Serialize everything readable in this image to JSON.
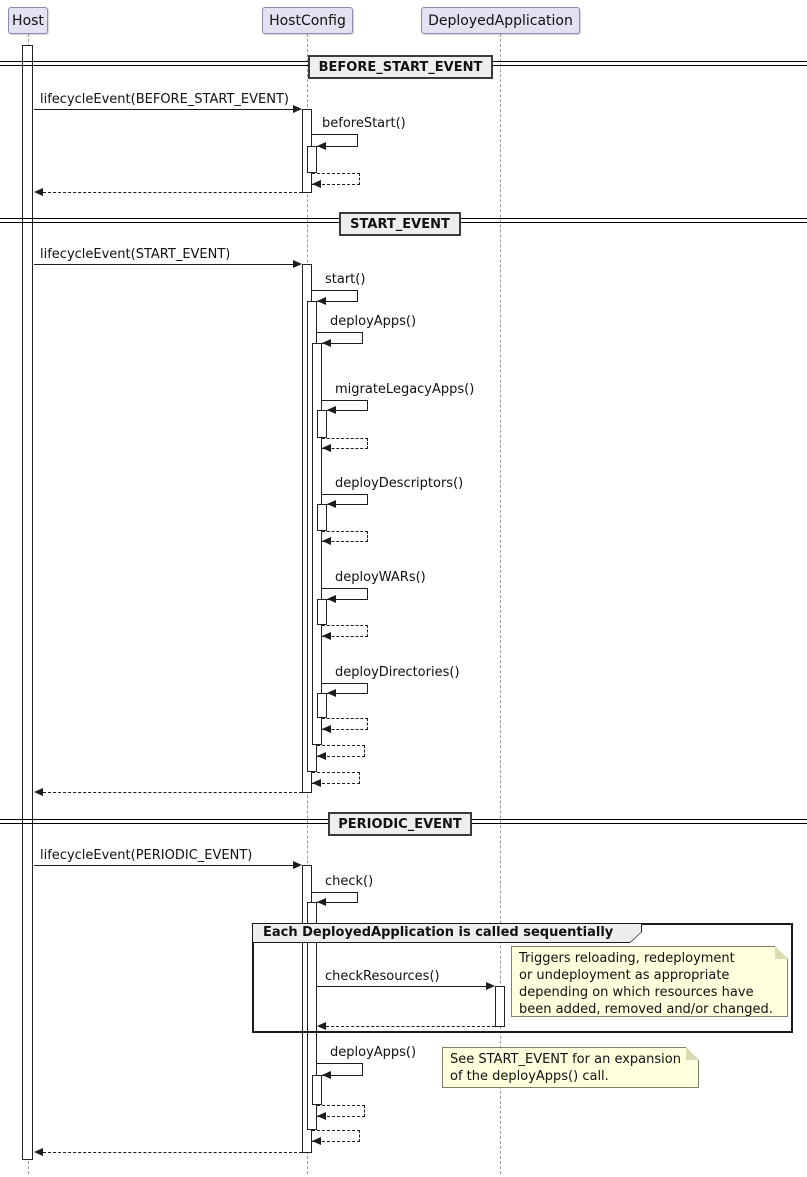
{
  "participants": [
    {
      "label": "Host"
    },
    {
      "label": "HostConfig"
    },
    {
      "label": "DeployedApplication"
    }
  ],
  "dividers": [
    {
      "label": "BEFORE_START_EVENT"
    },
    {
      "label": "START_EVENT"
    },
    {
      "label": "PERIODIC_EVENT"
    }
  ],
  "messages": {
    "lifecycle_before": "lifecycleEvent(BEFORE_START_EVENT)",
    "before_start": "beforeStart()",
    "lifecycle_start": "lifecycleEvent(START_EVENT)",
    "start": "start()",
    "deploy_apps": "deployApps()",
    "migrate_legacy_apps": "migrateLegacyApps()",
    "deploy_descriptors": "deployDescriptors()",
    "deploy_wars": "deployWARs()",
    "deploy_directories": "deployDirectories()",
    "lifecycle_periodic": "lifecycleEvent(PERIODIC_EVENT)",
    "check": "check()",
    "check_resources": "checkResources()",
    "deploy_apps_periodic": "deployApps()"
  },
  "group": {
    "label": "Each DeployedApplication is called sequentially"
  },
  "notes": {
    "check_resources_note": "Triggers reloading, redeployment\nor undeployment as appropriate\ndepending on which resources have\nbeen added, removed and/or changed.",
    "deploy_apps_note": "See START_EVENT for an expansion\nof the deployApps() call."
  },
  "colors": {
    "participant_fill": "#E2E2F0",
    "participant_border": "#8c8cb0",
    "divider_fill": "#EEEEEE",
    "note_fill": "#FEFFDD",
    "note_border": "#81816B",
    "line": "#1c1c1c",
    "lifeline": "#999999"
  }
}
